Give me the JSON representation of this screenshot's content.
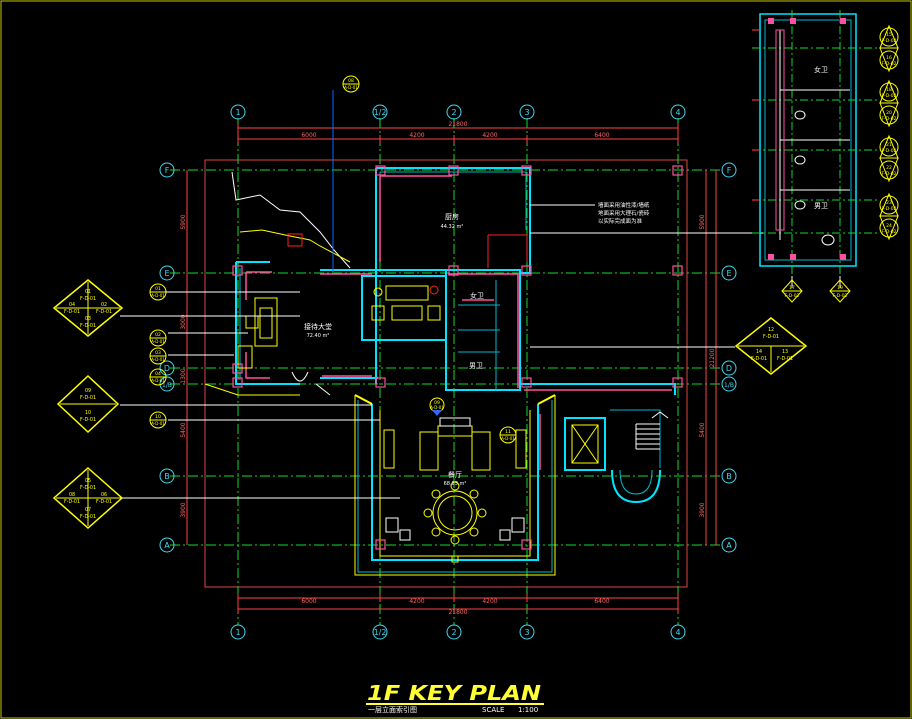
{
  "title": "1F KEY PLAN",
  "subtitle": "一层立面索引图",
  "scale_label": "SCALE",
  "scale_value": "1:100",
  "grid_top": [
    "1",
    "1/2",
    "2",
    "3",
    "4"
  ],
  "grid_bottom": [
    "1",
    "1/2",
    "2",
    "3",
    "4"
  ],
  "grid_left": [
    "F",
    "E",
    "D",
    "1/B",
    "B",
    "A"
  ],
  "grid_right": [
    "F",
    "E",
    "D",
    "1/B",
    "B",
    "A"
  ],
  "dims_top": [
    "6000",
    "4200",
    "4200",
    "6400"
  ],
  "dims_top_total": "21800",
  "dims_bottom": [
    "6000",
    "4200",
    "4200",
    "6400"
  ],
  "dims_bottom_total": "21800",
  "dims_left": [
    "5900",
    "3000",
    "1300",
    "5400",
    "3900"
  ],
  "dims_right": [
    "5900",
    "5400",
    "3900"
  ],
  "dims_right_total": "21200",
  "rooms": {
    "kitchen": "厨房",
    "kitchen_area": "44.32 m²",
    "lobby": "接待大堂",
    "lobby_area": "72.40 m²",
    "restaurant": "餐厅",
    "restaurant_area": "68.63 m²",
    "female_wc": "女卫",
    "male_wc": "男卫",
    "female_wc_inset": "女卫",
    "male_wc_inset": "男卫"
  },
  "note_lines": [
    "墙面采用油性漆/墙纸",
    "地面采用大理石/瓷砖",
    "以实际完成面为准"
  ],
  "callouts": {
    "top_marker": {
      "num": "08",
      "ref": "A-D-01"
    },
    "left_1": {
      "num": "01",
      "ref": "A-D-01"
    },
    "left_2": {
      "num": "02",
      "ref": "A-D-01"
    },
    "left_3": {
      "num": "03",
      "ref": "A-D-01"
    },
    "left_4": {
      "num": "04",
      "ref": "A-D-01"
    },
    "left_5": {
      "num": "10",
      "ref": "A-D-01"
    },
    "mid_marker": {
      "num": "11",
      "ref": "A-D-01"
    },
    "down_marker": {
      "num": "09",
      "ref": "A-D-01"
    },
    "diamond_a": [
      "01",
      "F-D-01",
      "04",
      "F-D-01",
      "02",
      "F-D-01",
      "03",
      "F-D-01"
    ],
    "diamond_b": [
      "09",
      "F-D-01",
      "10",
      "F-D-01"
    ],
    "diamond_c": [
      "05",
      "F-D-01",
      "08",
      "F-D-01",
      "06",
      "F-D-01",
      "07",
      "F-D-01"
    ],
    "diamond_d": [
      "12",
      "F-D-01",
      "14",
      "F-D-01",
      "13",
      "F-D-01"
    ],
    "inset_right": [
      "15",
      "F-D-02",
      "16",
      "F-D-02",
      "18",
      "F-D-02",
      "20",
      "F-D-02",
      "21",
      "F-D-02",
      "22",
      "F-D-02",
      "23",
      "F-D-02",
      "24",
      "F-D-02"
    ],
    "inset_bottom": [
      "17",
      "F-D-02",
      "19",
      "F-D-02"
    ]
  },
  "colors": {
    "background": "#000000",
    "grid": "#00ff00",
    "axis": "#3fd8f0",
    "wall": "#00e5ff",
    "dimension": "#ff5a5a",
    "annotation": "#ffff00",
    "column": "#ff4fa0",
    "white": "#ffffff",
    "title": "#ffff33"
  }
}
